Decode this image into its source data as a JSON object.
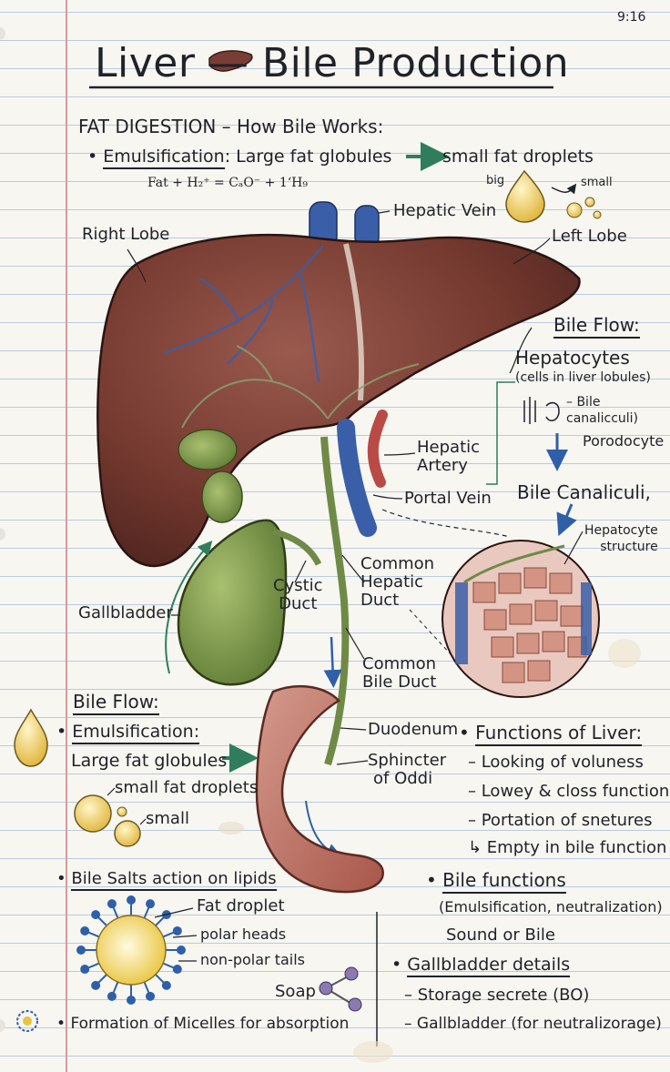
{
  "time": "9:16",
  "title": "Liver — Bile Production",
  "fat_section": {
    "heading": "FAT DIGESTION – How Bile Works:",
    "emulsification_label": "Emulsification",
    "emulsification_text": ": Large fat globules",
    "emulsification_result": "small fat droplets",
    "equation": "Fat + H₂⁺ = CₐO⁻ + 1ʻH₉",
    "big": "big",
    "small": "small"
  },
  "liver_labels": {
    "right_lobe": "Right Lobe",
    "left_lobe": "Left Lobe",
    "hepatic_vein": "Hepatic Vein",
    "hepatic_artery_1": "Hepatic",
    "hepatic_artery_2": "Artery",
    "portal_vein": "Portal Vein",
    "gallbladder": "Gallbladder",
    "cystic_duct_1": "Cystic",
    "cystic_duct_2": "Duct",
    "common_hepatic_duct_1": "Common",
    "common_hepatic_duct_2": "Hepatic",
    "common_hepatic_duct_3": "Duct",
    "common_bile_duct_1": "Common",
    "common_bile_duct_2": "Bile Duct",
    "duodenum": "Duodenum",
    "sphincter_1": "Sphincter",
    "sphincter_2": "of Oddi"
  },
  "bile_flow_right": {
    "heading": "Bile Flow:",
    "hepatocytes": "Hepatocytes",
    "hepatocytes_note": "(cells in liver lobules)",
    "bile_canal_note_1": "Bile",
    "bile_canal_note_2": "canalicculi)",
    "porodocyte": "Porodocyte",
    "bile_canaliculi": "Bile Canaliculi,",
    "hepatocyte_structure_1": "Hepatocyte",
    "hepatocyte_structure_2": "structure"
  },
  "bile_flow_left": {
    "heading": "Bile Flow:",
    "emulsification": "Emulsification:",
    "large_globules": "Large fat globules",
    "small_droplets": "small fat droplets",
    "small": "small"
  },
  "functions": {
    "heading": "Functions of Liver:",
    "items": [
      "– Looking of voluness",
      "– Lowey & closs function",
      "– Portation of snetures",
      "↳ Empty in bile function"
    ]
  },
  "bile_salts": {
    "heading": "Bile Salts action on lipids",
    "fat_droplet": "Fat droplet",
    "polar_heads": "polar heads",
    "nonpolar_tails": "non-polar tails",
    "soap": "Soap",
    "micelles": "Formation of Micelles for absorption"
  },
  "bile_functions": {
    "heading": "Bile functions",
    "detail": "(Emulsification, neutralization)",
    "sound": "Sound or Bile"
  },
  "gallbladder_details": {
    "heading": "Gallbladder details",
    "items": [
      "– Storage secrete (BO)",
      "– Gallbladder (for neutralizorage)"
    ]
  },
  "colors": {
    "paper": "#f7f6f1",
    "ink": "#1f2228",
    "liver": "#7a3d35",
    "gallbladder": "#7f9a4e",
    "vein_blue": "#3a5fa8",
    "artery_red": "#b94a45",
    "arrow_green": "#2f7d5c",
    "arrow_blue": "#2f5fa8"
  }
}
